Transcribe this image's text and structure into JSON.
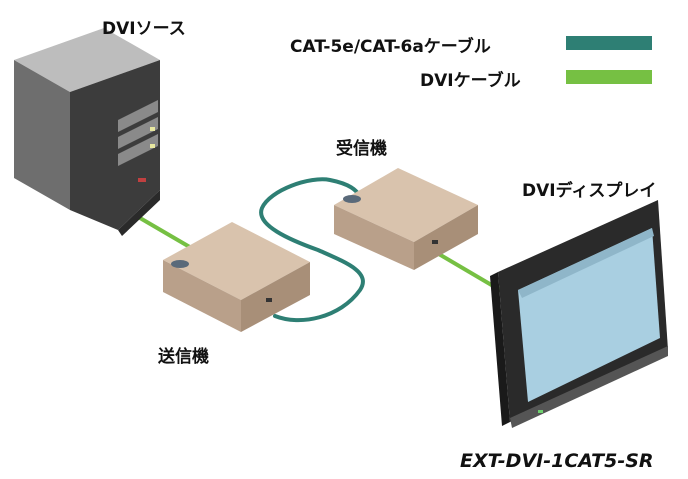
{
  "labels": {
    "source": "DVIソース",
    "transmitter": "送信機",
    "receiver": "受信機",
    "display": "DVIディスプレイ"
  },
  "legend": [
    {
      "label": "CAT-5e/CAT-6aケーブル",
      "color": "#2e7f74"
    },
    {
      "label": "DVIケーブル",
      "color": "#76c043"
    }
  ],
  "model": "EXT-DVI-1CAT5-SR",
  "colors": {
    "cat_cable": "#2e7f74",
    "dvi_cable": "#76c043",
    "box_top": "#d9c3ad",
    "box_side": "#b9a08a",
    "pc_dark": "#3c3c3c",
    "pc_light": "#8a8a8a",
    "screen": "#a9cfe1"
  },
  "icons": {
    "source": "pc-tower-icon",
    "transmitter": "extender-box-icon",
    "receiver": "extender-box-icon",
    "display": "monitor-icon"
  }
}
